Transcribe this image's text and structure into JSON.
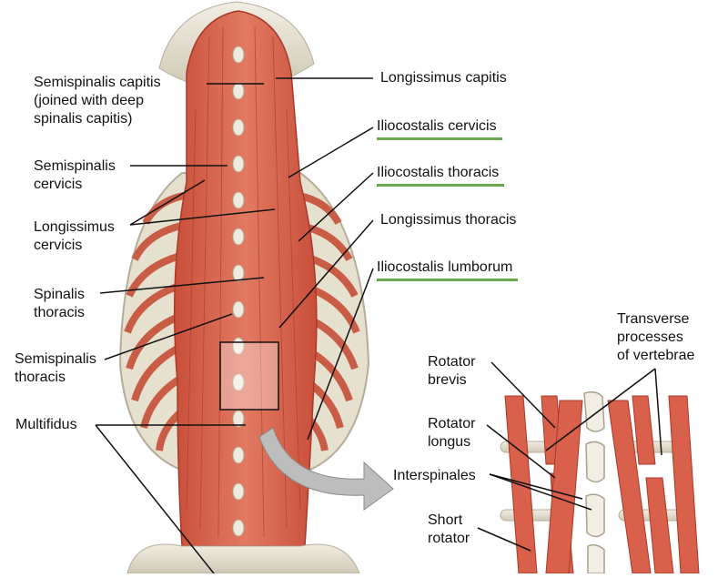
{
  "labels": {
    "semispinalis_capitis": "Semispinalis capitis\n(joined with deep\nspinalis capitis)",
    "semispinalis_cervicis": "Semispinalis\ncervicis",
    "longissimus_cervicis": "Longissimus\ncervicis",
    "spinalis_thoracis": "Spinalis\nthoracis",
    "semispinalis_thoracis": "Semispinalis\nthoracis",
    "multifidus": "Multifidus",
    "longissimus_capitis": "Longissimus capitis",
    "iliocostalis_cervicis": "Iliocostalis cervicis",
    "iliocostalis_thoracis": "Iliocostalis thoracis",
    "longissimus_thoracis": "Longissimus thoracis",
    "iliocostalis_lumborum": "Iliocostalis lumborum",
    "transverse_processes": "Transverse\nprocesses\nof vertebrae",
    "rotator_brevis": "Rotator\nbrevis",
    "rotator_longus": "Rotator\nlongus",
    "interspinales": "Interspinales",
    "short_rotator": "Short\nrotator"
  },
  "colors": {
    "muscle": "#d9604a",
    "muscle_dark": "#b8422f",
    "bone": "#e9e4d6",
    "bone_shadow": "#bdb6a3",
    "highlight": "#6aa84f",
    "leader": "#111111"
  }
}
